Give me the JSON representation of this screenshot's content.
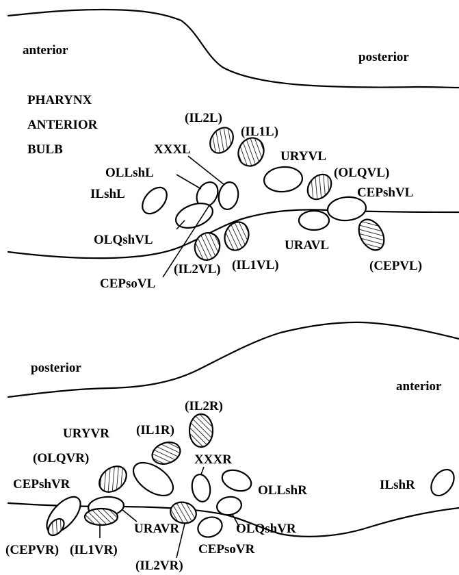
{
  "top_panel": {
    "orientation": {
      "left": "anterior",
      "right": "posterior"
    },
    "region_lines": [
      "PHARYNX",
      "ANTERIOR",
      "BULB"
    ],
    "cells": [
      {
        "id": "IL2L",
        "label": "(IL2L)",
        "hatched": true
      },
      {
        "id": "IL1L",
        "label": "(IL1L)",
        "hatched": true
      },
      {
        "id": "XXXL",
        "label": "XXXL",
        "hatched": false
      },
      {
        "id": "URYVL",
        "label": "URYVL",
        "hatched": false
      },
      {
        "id": "OLQVL",
        "label": "(OLQVL)",
        "hatched": true
      },
      {
        "id": "OLLshL",
        "label": "OLLshL",
        "hatched": false
      },
      {
        "id": "ILshL",
        "label": "ILshL",
        "hatched": false
      },
      {
        "id": "CEPshVL",
        "label": "CEPshVL",
        "hatched": false
      },
      {
        "id": "OLQshVL",
        "label": "OLQshVL",
        "hatched": false
      },
      {
        "id": "URAVL",
        "label": "URAVL",
        "hatched": false
      },
      {
        "id": "IL2VL",
        "label": "(IL2VL)",
        "hatched": true
      },
      {
        "id": "IL1VL",
        "label": "(IL1VL)",
        "hatched": true
      },
      {
        "id": "CEPVL",
        "label": "(CEPVL)",
        "hatched": true
      },
      {
        "id": "CEPsoVL",
        "label": "CEPsoVL",
        "hatched": false
      }
    ]
  },
  "bottom_panel": {
    "orientation": {
      "left": "posterior",
      "right": "anterior"
    },
    "cells": [
      {
        "id": "IL2R",
        "label": "(IL2R)",
        "hatched": true
      },
      {
        "id": "IL1R",
        "label": "(IL1R)",
        "hatched": true
      },
      {
        "id": "URYVR",
        "label": "URYVR",
        "hatched": false
      },
      {
        "id": "XXXR",
        "label": "XXXR",
        "hatched": false
      },
      {
        "id": "OLQVR",
        "label": "(OLQVR)",
        "hatched": true
      },
      {
        "id": "CEPshVR",
        "label": "CEPshVR",
        "hatched": false
      },
      {
        "id": "OLLshR",
        "label": "OLLshR",
        "hatched": false
      },
      {
        "id": "ILshR",
        "label": "ILshR",
        "hatched": false
      },
      {
        "id": "URAVR",
        "label": "URAVR",
        "hatched": false
      },
      {
        "id": "OLQshVR",
        "label": "OLQshVR",
        "hatched": false
      },
      {
        "id": "CEPVR",
        "label": "(CEPVR)",
        "hatched": true
      },
      {
        "id": "IL1VR",
        "label": "(IL1VR)",
        "hatched": true
      },
      {
        "id": "CEPsoVR",
        "label": "CEPsoVR",
        "hatched": false
      },
      {
        "id": "IL2VR",
        "label": "(IL2VR)",
        "hatched": true
      }
    ]
  }
}
